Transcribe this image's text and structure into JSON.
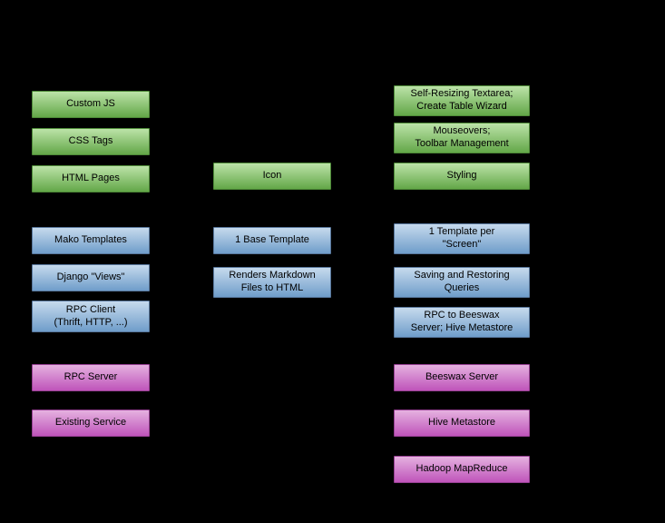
{
  "diagram": {
    "colors": {
      "background": "#000000",
      "text": "#000000",
      "green_top": "#bce3a8",
      "green_bottom": "#63a748",
      "blue_top": "#c6daed",
      "blue_bottom": "#6f9dca",
      "magenta_top": "#e5b1e0",
      "magenta_bottom": "#bf54ba"
    },
    "columns": [
      {
        "name": "left-column",
        "boxes": [
          {
            "id": "custom-js",
            "label": "Custom JS",
            "color": "green"
          },
          {
            "id": "css-tags",
            "label": "CSS Tags",
            "color": "green"
          },
          {
            "id": "html-pages",
            "label": "HTML Pages",
            "color": "green"
          },
          {
            "id": "mako-templates",
            "label": "Mako Templates",
            "color": "blue"
          },
          {
            "id": "django-views",
            "label": "Django \"Views\"",
            "color": "blue"
          },
          {
            "id": "rpc-client",
            "label": "RPC Client\n(Thrift, HTTP, ...)",
            "color": "blue"
          },
          {
            "id": "rpc-server",
            "label": "RPC Server",
            "color": "magenta"
          },
          {
            "id": "existing-service",
            "label": "Existing Service",
            "color": "magenta"
          }
        ]
      },
      {
        "name": "middle-column",
        "boxes": [
          {
            "id": "icon",
            "label": "Icon",
            "color": "green"
          },
          {
            "id": "base-template",
            "label": "1 Base Template",
            "color": "blue"
          },
          {
            "id": "renders-markdown",
            "label": "Renders Markdown\nFiles to HTML",
            "color": "blue"
          }
        ]
      },
      {
        "name": "right-column",
        "boxes": [
          {
            "id": "self-resizing-textarea",
            "label": "Self-Resizing Textarea;\nCreate Table Wizard",
            "color": "green"
          },
          {
            "id": "mouseovers",
            "label": "Mouseovers;\nToolbar Management",
            "color": "green"
          },
          {
            "id": "styling",
            "label": "Styling",
            "color": "green"
          },
          {
            "id": "template-per-screen",
            "label": "1 Template per\n\"Screen\"",
            "color": "blue"
          },
          {
            "id": "saving-restoring-queries",
            "label": "Saving and Restoring\nQueries",
            "color": "blue"
          },
          {
            "id": "rpc-to-beeswax",
            "label": "RPC to Beeswax\nServer; Hive Metastore",
            "color": "blue"
          },
          {
            "id": "beeswax-server",
            "label": "Beeswax Server",
            "color": "magenta"
          },
          {
            "id": "hive-metastore",
            "label": "Hive Metastore",
            "color": "magenta"
          },
          {
            "id": "hadoop-mapreduce",
            "label": "Hadoop MapReduce",
            "color": "magenta"
          }
        ]
      }
    ]
  }
}
